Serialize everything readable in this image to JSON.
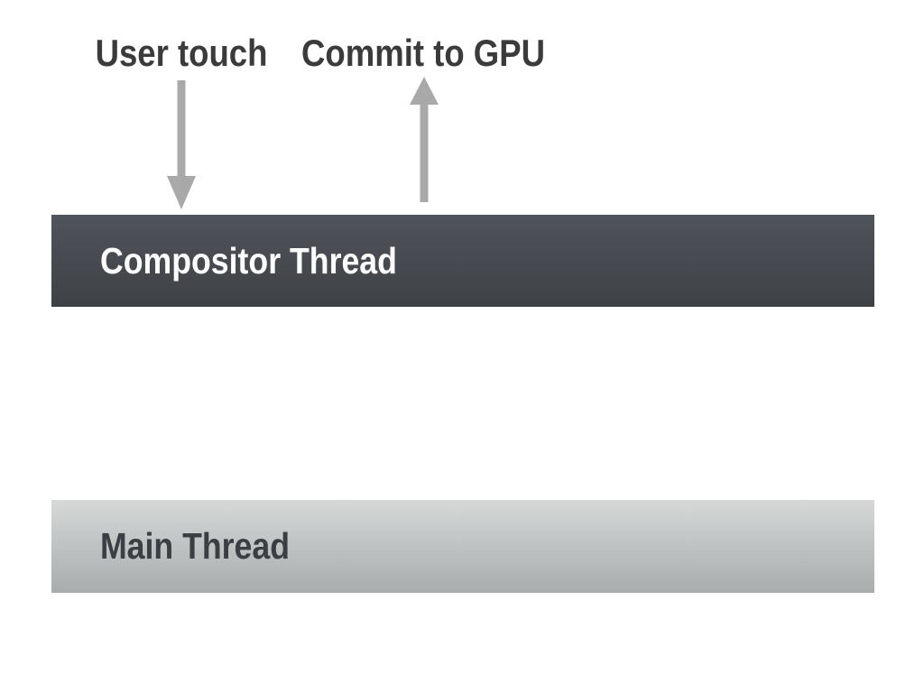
{
  "diagram": {
    "annotations": [
      {
        "label": "User touch",
        "arrow_direction": "down",
        "target": "Compositor Thread"
      },
      {
        "label": "Commit to GPU",
        "arrow_direction": "up",
        "target": "Compositor Thread"
      }
    ],
    "lanes": [
      {
        "label": "Compositor Thread"
      },
      {
        "label": "Main Thread"
      }
    ]
  },
  "colors": {
    "background": "#ffffff",
    "annotation_text": "#3b3b3b",
    "arrow": "#a9a9a9",
    "compositor_bar_top": "#50545b",
    "compositor_bar_bottom": "#3e4144",
    "compositor_label": "#fdfdfd",
    "main_bar_top": "#d7d9d9",
    "main_bar_bottom": "#a8acac",
    "main_label": "#3b3e42"
  }
}
